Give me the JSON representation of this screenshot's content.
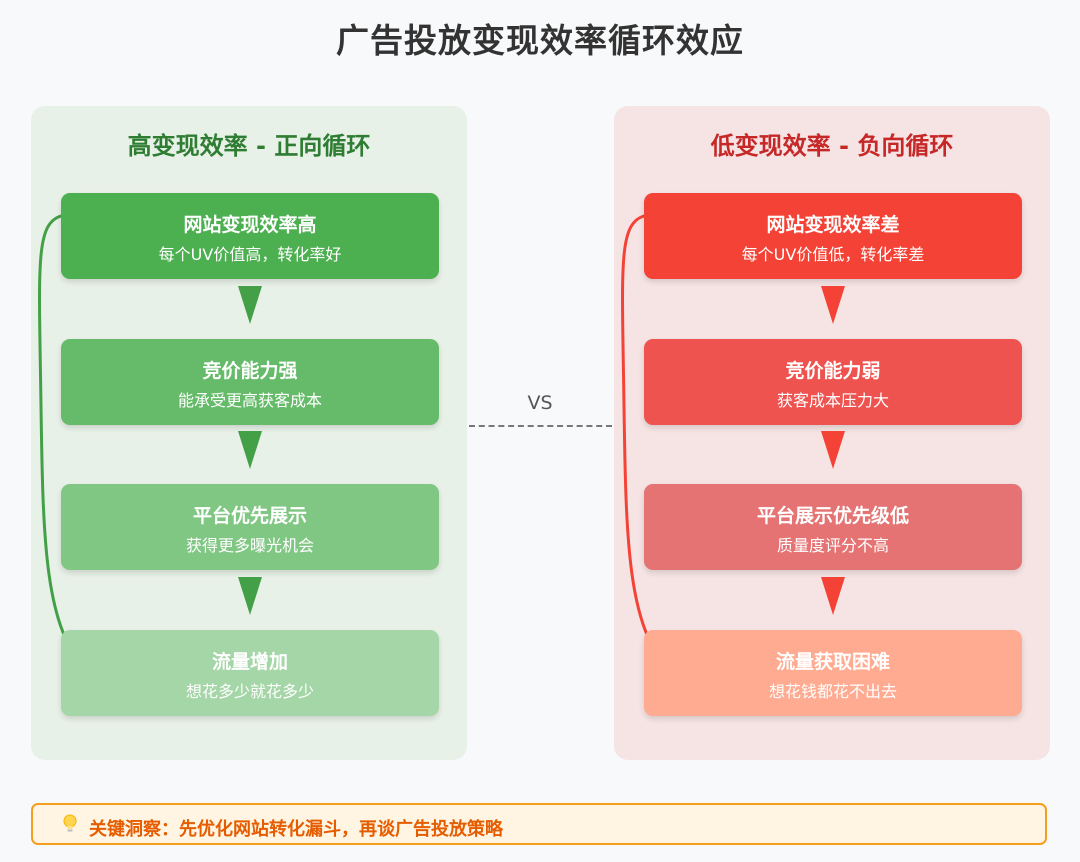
{
  "title": "广告投放变现效率循环效应",
  "positive": {
    "title": "高变现效率 - 正向循环",
    "boxes": [
      {
        "title": "网站变现效率高",
        "sub": "每个UV价值高，转化率好"
      },
      {
        "title": "竞价能力强",
        "sub": "能承受更高获客成本"
      },
      {
        "title": "平台优先展示",
        "sub": "获得更多曝光机会"
      },
      {
        "title": "流量增加",
        "sub": "想花多少就花多少"
      }
    ],
    "color": "#4caf50"
  },
  "negative": {
    "title": "低变现效率 - 负向循环",
    "boxes": [
      {
        "title": "网站变现效率差",
        "sub": "每个UV价值低，转化率差"
      },
      {
        "title": "竞价能力弱",
        "sub": "获客成本压力大"
      },
      {
        "title": "平台展示优先级低",
        "sub": "质量度评分不高"
      },
      {
        "title": "流量获取困难",
        "sub": "想花钱都花不出去"
      }
    ],
    "color": "#f44336"
  },
  "vs_label": "VS",
  "insight": {
    "icon": "lightbulb-icon",
    "text": "关键洞察：先优化网站转化漏斗，再谈广告投放策略"
  }
}
